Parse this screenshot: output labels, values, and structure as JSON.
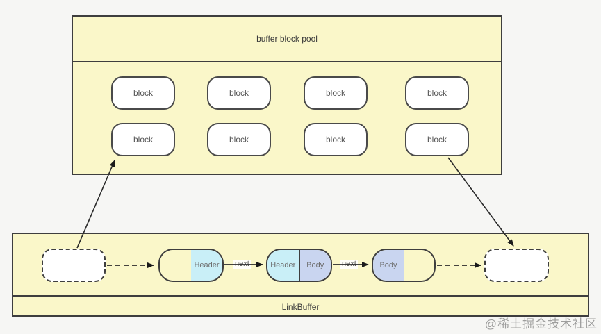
{
  "pool": {
    "title": "buffer block pool",
    "blocks": [
      "block",
      "block",
      "block",
      "block",
      "block",
      "block",
      "block",
      "block"
    ]
  },
  "linkbuffer": {
    "title": "LinkBuffer",
    "next_label": "next",
    "node1": {
      "header": "Header"
    },
    "node2": {
      "header": "Header",
      "body": "Body"
    },
    "node3": {
      "body": "Body"
    }
  },
  "watermark": "@稀土掘金技术社区",
  "colors": {
    "panel_fill": "#FAF7C9",
    "header_fill": "#C9EFF7",
    "body_fill": "#C9D5F0",
    "border": "#3E3E3E",
    "canvas_bg": "#F6F6F4"
  }
}
